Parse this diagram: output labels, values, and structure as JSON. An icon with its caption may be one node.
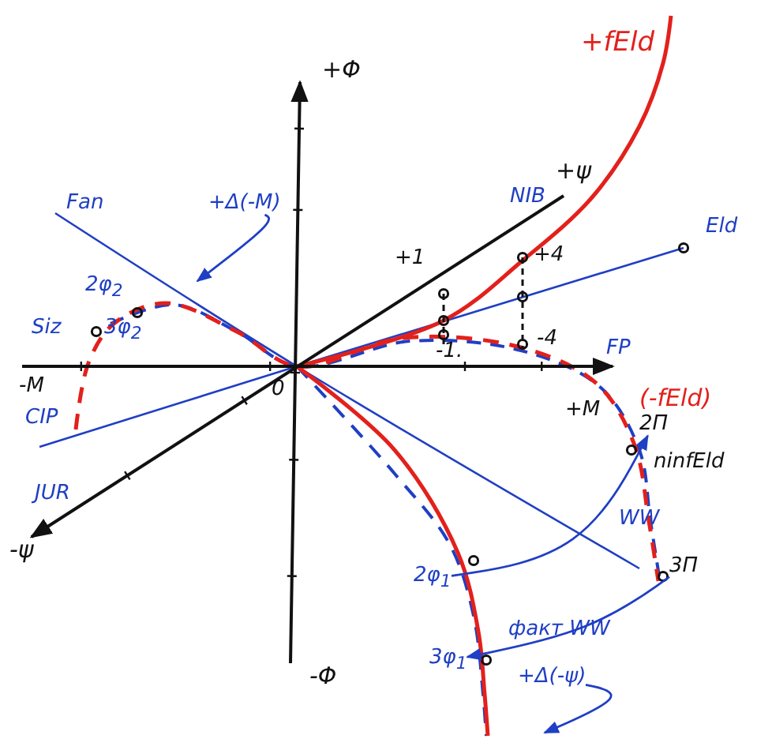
{
  "diagram": {
    "nodes": [
      {
        "text": [
          "2φ$_{1}$"
        ]
      },
      {
        "text": [
          "2П"
        ]
      },
      {
        "text": [
          "3П"
        ]
      },
      {
        "text": [
          "3φ$_{1}$"
        ]
      },
      {
        "text": [
          "+Δ(-M)"
        ]
      },
      {
        "text": [
          "+Δ(-ψ)"
        ]
      }
    ],
    "edges": [
      {
        "from": 0,
        "to": 1,
        "arrow": "to"
      },
      {
        "from": 2,
        "to": 3,
        "arrow": "to"
      },
      {
        "from": 4,
        "to": null,
        "arrow": "to"
      },
      {
        "from": 5,
        "to": null,
        "arrow": "to"
      }
    ],
    "labels": [
      "+Φ",
      "+fEld",
      "+ψ",
      "Fan",
      "2φ$_{2}$",
      "NIB",
      "Eld",
      "+1",
      "+4",
      "Siz",
      "3φ$_{2}$",
      "-1.",
      "-4",
      "FP",
      "-M",
      "0",
      "+M",
      "(-fEld)",
      "CIP",
      "ninfEld",
      "JUR",
      "WW",
      "-ψ",
      "факт WW",
      "-Φ"
    ]
  }
}
